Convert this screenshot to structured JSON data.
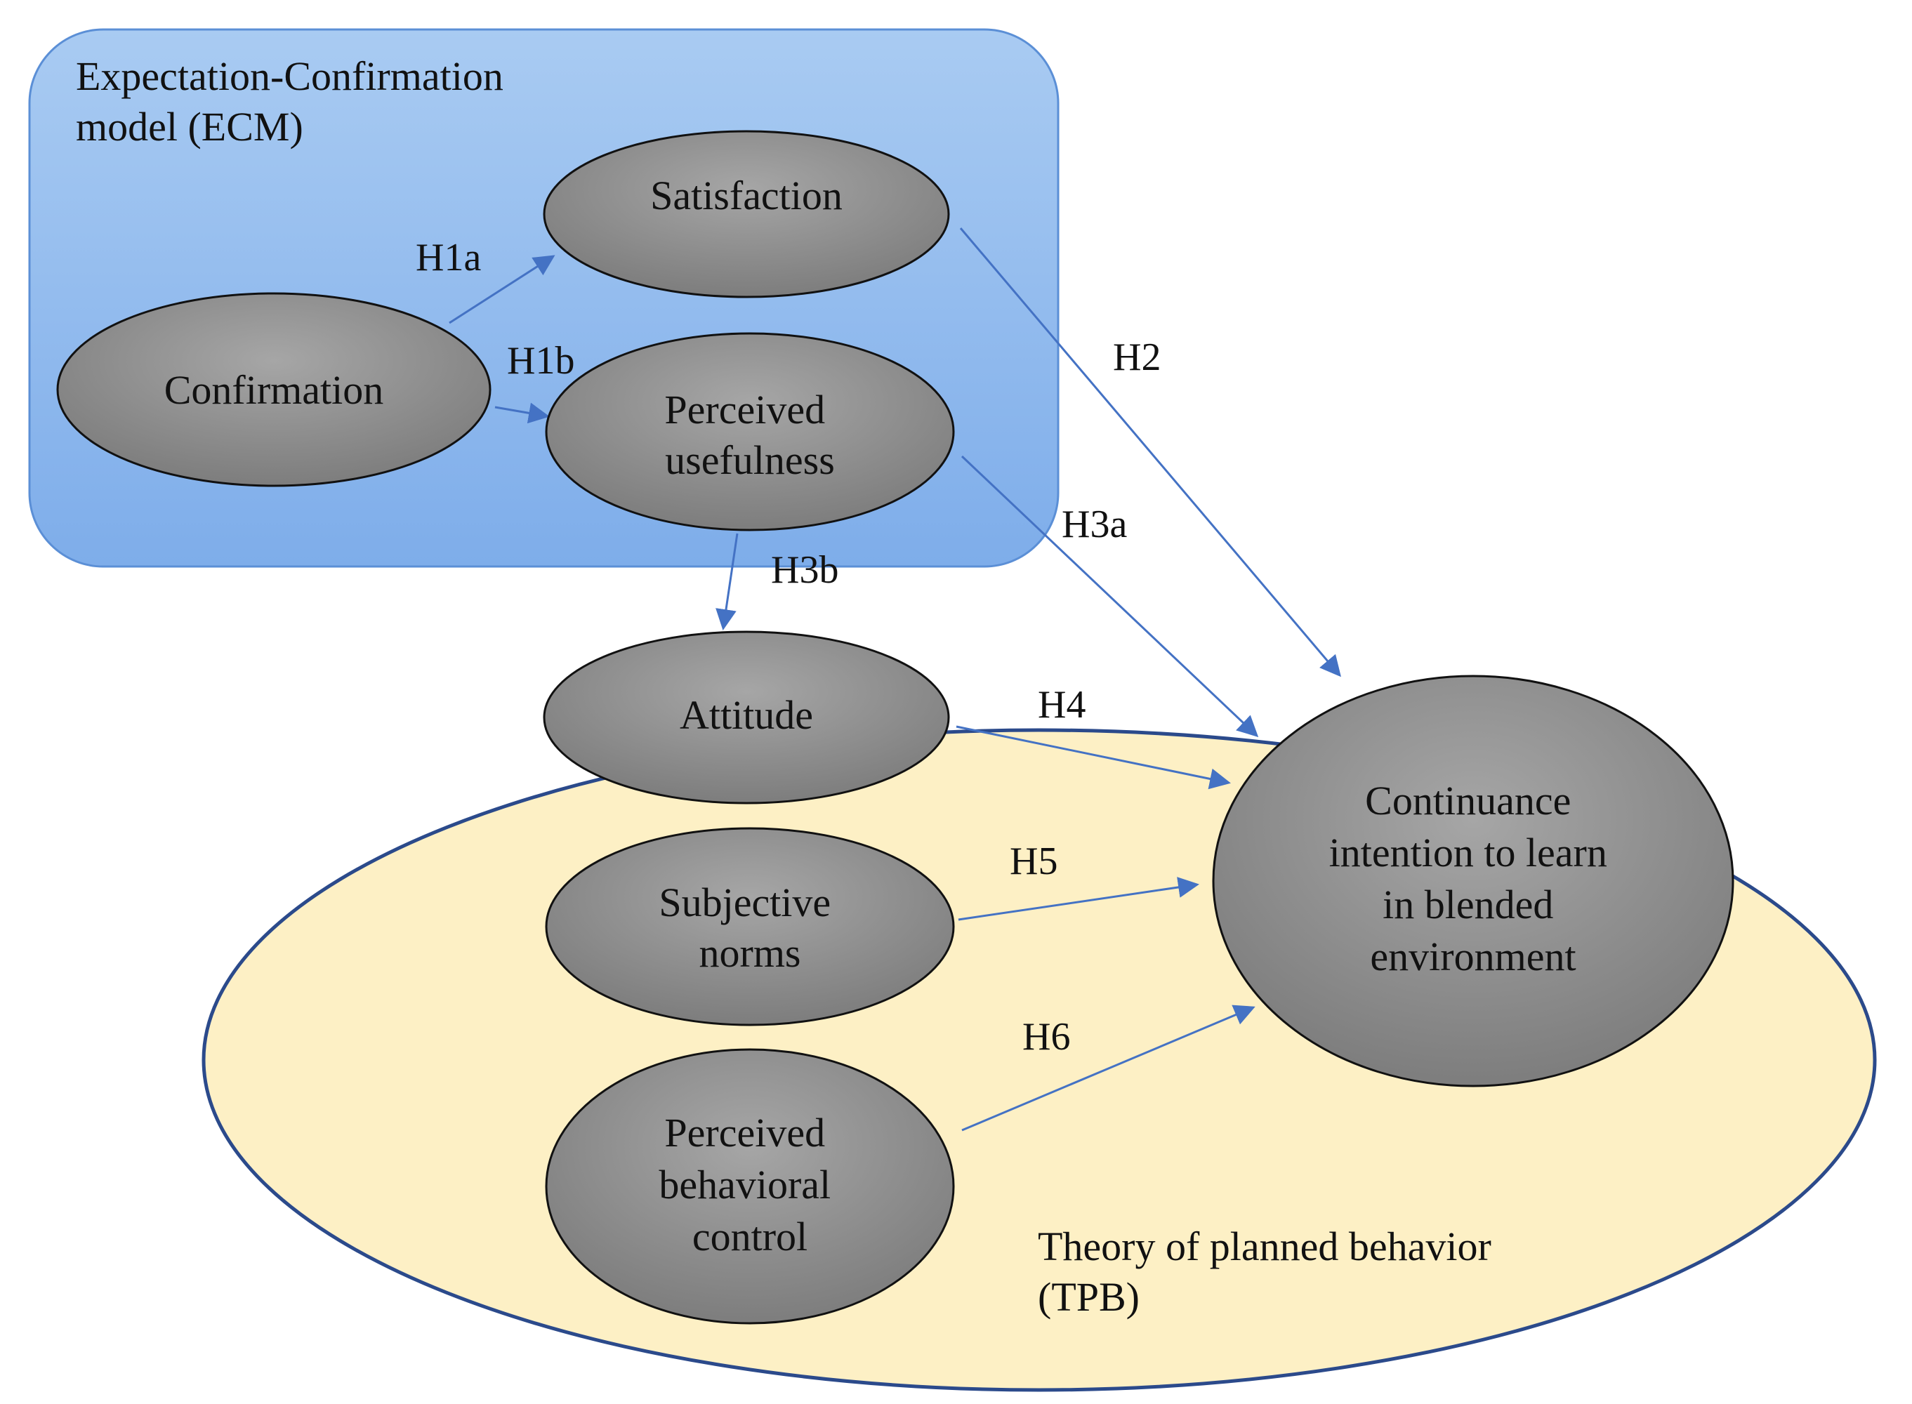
{
  "colors": {
    "ecm_fill": "#8cb6ea",
    "tpb_fill": "#fdf0c5",
    "node_fill": "#8e8e8e",
    "arrow": "#4472c4"
  },
  "groups": {
    "ecm": {
      "label_lines": [
        "Expectation-Confirmation",
        "model (ECM)"
      ]
    },
    "tpb": {
      "label_lines": [
        "Theory of planned behavior",
        "(TPB)"
      ]
    }
  },
  "nodes": {
    "satisfaction": {
      "lines": [
        "Satisfaction"
      ]
    },
    "confirmation": {
      "lines": [
        "Confirmation"
      ]
    },
    "perceived_usefulness": {
      "lines": [
        "Perceived",
        "usefulness"
      ]
    },
    "attitude": {
      "lines": [
        "Attitude"
      ]
    },
    "subjective_norms": {
      "lines": [
        "Subjective",
        "norms"
      ]
    },
    "perceived_behavioral_control": {
      "lines": [
        "Perceived",
        "behavioral",
        "control"
      ]
    },
    "continuance_intention": {
      "lines": [
        "Continuance",
        "intention to learn",
        "in blended",
        "environment"
      ]
    }
  },
  "edges": [
    {
      "id": "h1a",
      "from": "Confirmation",
      "to": "Satisfaction",
      "label": "H1a"
    },
    {
      "id": "h1b",
      "from": "Confirmation",
      "to": "Perceived usefulness",
      "label": "H1b"
    },
    {
      "id": "h2",
      "from": "Satisfaction",
      "to": "Continuance intention",
      "label": "H2"
    },
    {
      "id": "h3a",
      "from": "Perceived usefulness",
      "to": "Continuance intention",
      "label": "H3a"
    },
    {
      "id": "h3b",
      "from": "Perceived usefulness",
      "to": "Attitude",
      "label": "H3b"
    },
    {
      "id": "h4",
      "from": "Attitude",
      "to": "Continuance intention",
      "label": "H4"
    },
    {
      "id": "h5",
      "from": "Subjective norms",
      "to": "Continuance intention",
      "label": "H5"
    },
    {
      "id": "h6",
      "from": "Perceived behavioral control",
      "to": "Continuance intention",
      "label": "H6"
    }
  ]
}
